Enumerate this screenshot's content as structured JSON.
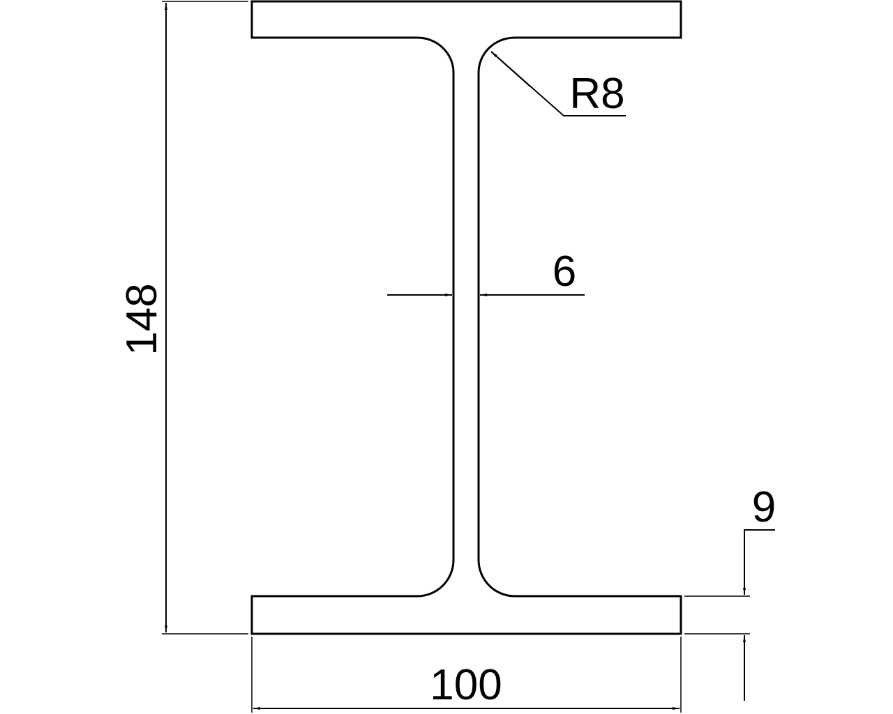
{
  "drawing": {
    "dimensions": {
      "height": "148",
      "width": "100",
      "web_thickness": "6",
      "flange_thickness": "9",
      "fillet_radius": "R8"
    },
    "line_color": "#000000",
    "background": "#ffffff"
  }
}
